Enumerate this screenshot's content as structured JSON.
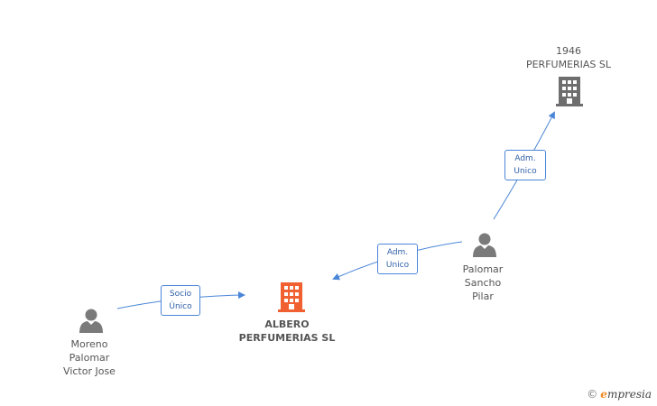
{
  "nodes": {
    "company_1946": {
      "line1": "1946",
      "line2": "PERFUMERIAS SL",
      "icon": "building-icon",
      "color": "#6e6e6e"
    },
    "company_albero": {
      "line1": "ALBERO",
      "line2": "PERFUMERIAS SL",
      "icon": "building-icon",
      "color": "#f06030"
    },
    "person_palomar_sancho": {
      "line1": "Palomar",
      "line2": "Sancho",
      "line3": "Pilar",
      "icon": "person-icon",
      "color": "#7a7a7a"
    },
    "person_moreno": {
      "line1": "Moreno",
      "line2": "Palomar",
      "line3": "Victor Jose",
      "icon": "person-icon",
      "color": "#7a7a7a"
    }
  },
  "edges": {
    "adm_to_1946": {
      "line1": "Adm.",
      "line2": "Unico"
    },
    "adm_to_albero": {
      "line1": "Adm.",
      "line2": "Unico"
    },
    "socio_to_albero": {
      "line1": "Socio",
      "line2": "Único"
    }
  },
  "edge_color": "#4a86d8",
  "brand": {
    "copyright": "©",
    "e": "e",
    "rest": "mpresia"
  }
}
